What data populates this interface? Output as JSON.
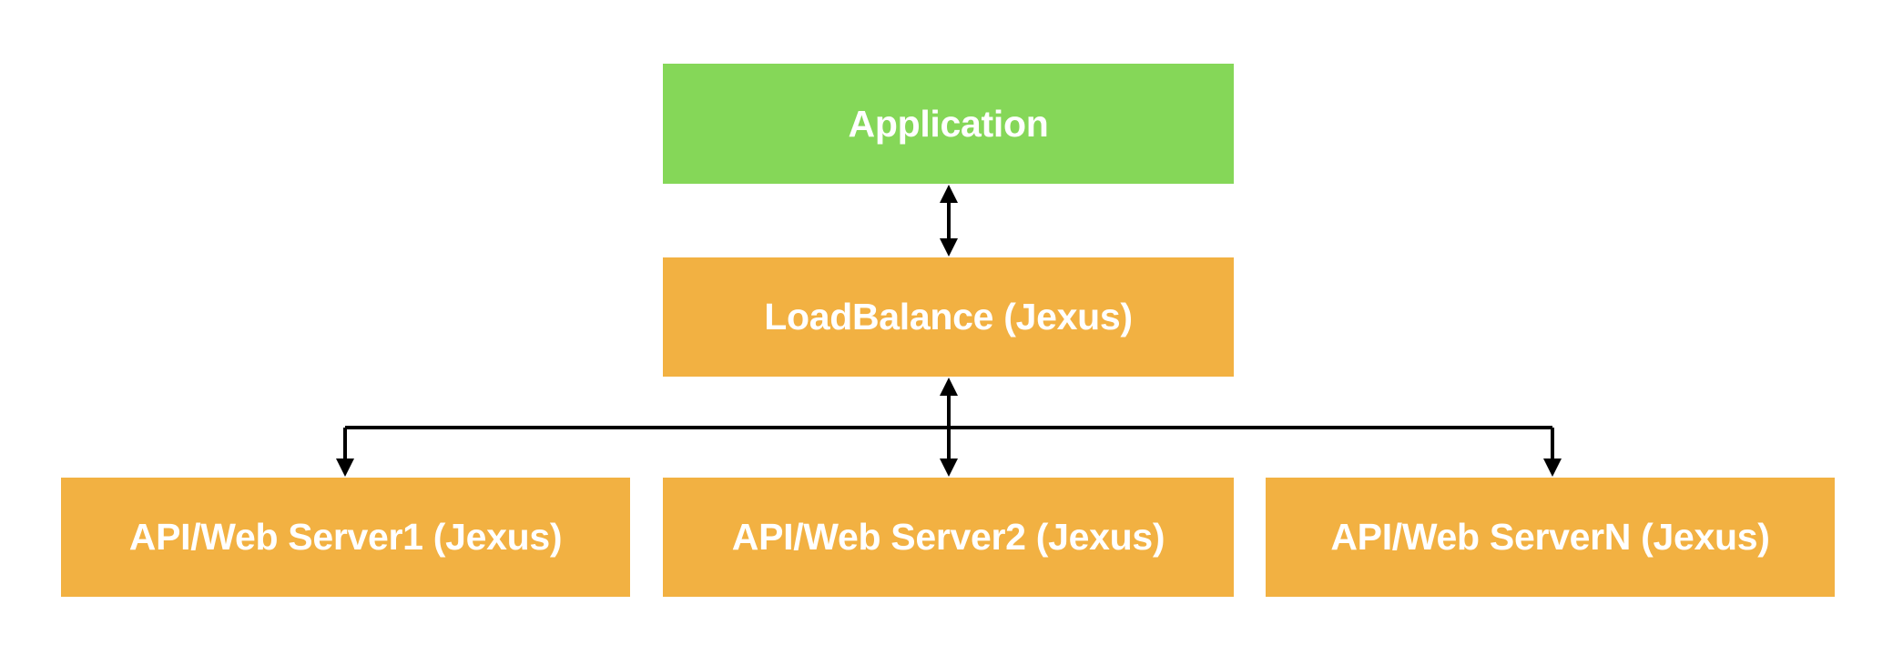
{
  "diagram": {
    "nodes": {
      "application": {
        "label": "Application"
      },
      "loadbalance": {
        "label": "LoadBalance (Jexus)"
      },
      "server1": {
        "label": "API/Web Server1 (Jexus)"
      },
      "server2": {
        "label": "API/Web Server2 (Jexus)"
      },
      "servern": {
        "label": "API/Web ServerN (Jexus)"
      }
    },
    "edges": [
      {
        "from": "application",
        "to": "loadbalance",
        "direction": "both"
      },
      {
        "from": "loadbalance",
        "to": "server1",
        "direction": "both"
      },
      {
        "from": "loadbalance",
        "to": "server2",
        "direction": "both"
      },
      {
        "from": "loadbalance",
        "to": "servern",
        "direction": "both"
      }
    ],
    "colors": {
      "application_fill": "#85d758",
      "service_fill": "#f2b142",
      "label_text": "#ffffff",
      "connector": "#000000"
    }
  }
}
